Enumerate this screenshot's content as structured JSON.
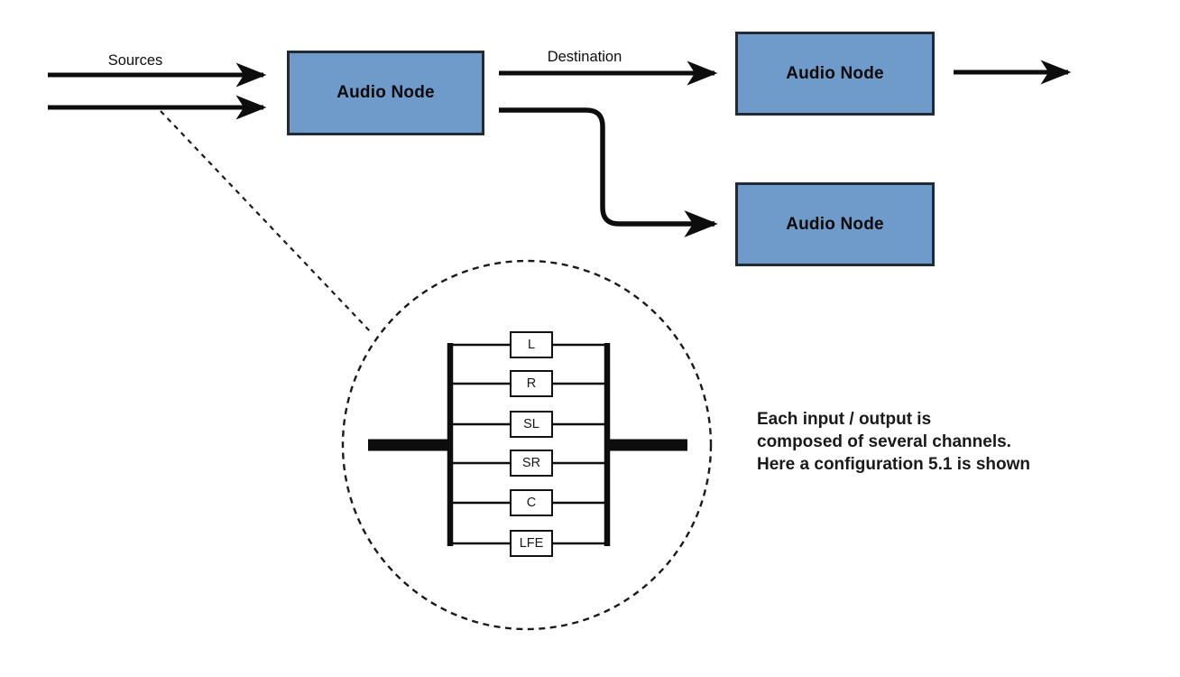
{
  "labels": {
    "sources": "Sources",
    "destination": "Destination"
  },
  "nodes": [
    {
      "label": "Audio Node"
    },
    {
      "label": "Audio Node"
    },
    {
      "label": "Audio Node"
    }
  ],
  "zoom_detail": {
    "channels": [
      "L",
      "R",
      "SL",
      "SR",
      "C",
      "LFE"
    ]
  },
  "caption": {
    "line1": "Each input / output is",
    "line2": "composed of several channels.",
    "line3": "Here a configuration 5.1 is shown"
  },
  "colors": {
    "node_fill": "#6f9bcb",
    "node_border": "#222b33",
    "line": "#0d0d0d"
  }
}
